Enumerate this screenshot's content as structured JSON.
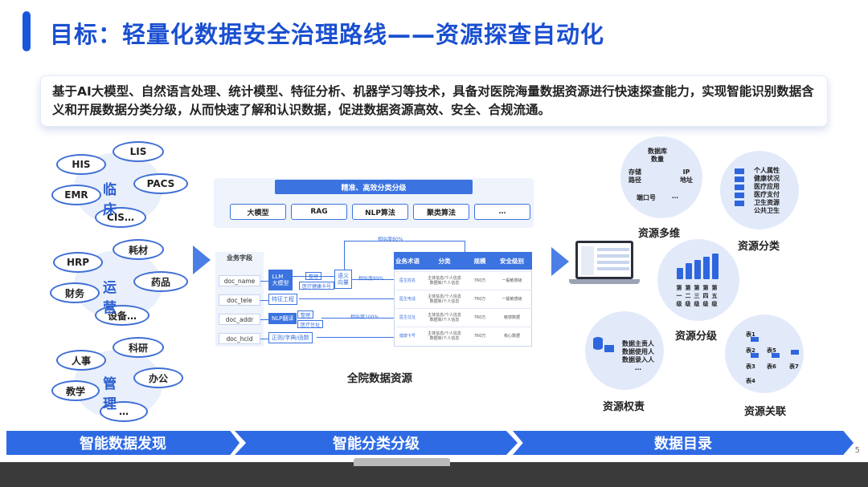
{
  "title": "目标：轻量化数据安全治理路线——资源探查自动化",
  "intro": "基于AI大模型、自然语言处理、统计模型、特征分析、机器学习等技术，具备对医院海量数据资源进行快速探查能力，实现智能识别数据含义和开展数据分类分级，从而快速了解和认识数据，促进数据资源高效、安全、合规流通。",
  "clusters": {
    "clinic": {
      "center": "临床",
      "items": [
        "LIS",
        "HIS",
        "PACS",
        "EMR",
        "CIS…"
      ]
    },
    "ops": {
      "center": "运营",
      "items": [
        "耗材",
        "HRP",
        "药品",
        "财务",
        "设备…"
      ]
    },
    "mgmt": {
      "center": "管理",
      "items": [
        "科研",
        "人事",
        "办公",
        "教学",
        "…"
      ]
    }
  },
  "center": {
    "panel_title": "精准、高效分类分级",
    "algorithms": [
      "大模型",
      "RAG",
      "NLP算法",
      "聚类算法",
      "…"
    ],
    "field_head": "业务字段",
    "fields": [
      "doc_name",
      "doc_tele",
      "doc_addr",
      "doc_hcid"
    ],
    "procs": [
      "LLM\n大模型",
      "特征工程",
      "NLP翻译",
      "正则/字典/函数"
    ],
    "tags": [
      "整理",
      "医疗健康卡号",
      "整理",
      "医疗住址",
      "语义\n向量"
    ],
    "sim_labels": [
      "相似度80%",
      "相似度89%",
      "相似度100%"
    ],
    "table_head": [
      "业务术语",
      "分类",
      "规模",
      "安全级别"
    ],
    "table_rows": [
      [
        "医生姓名",
        "主体信息/个人信息\n数据库/个人信息",
        "760万",
        "一般敏感级"
      ],
      [
        "医生电话",
        "主体信息/个人信息\n数据库/个人信息",
        "760万",
        "一般敏感级"
      ],
      [
        "医生住址",
        "主体信息/个人信息\n数据库/个人信息",
        "760万",
        "敏感数据"
      ],
      [
        "健康卡号",
        "主体信息/个人信息\n数据库/个人信息",
        "760万",
        "核心数据"
      ]
    ],
    "caption": "全院数据资源"
  },
  "right": {
    "multi": {
      "caption": "资源多维",
      "center": "数据库\n数量",
      "items": [
        "存储\n路径",
        "IP\n地址",
        "端口号",
        "…"
      ]
    },
    "classify": {
      "caption": "资源分类",
      "items": [
        "个人属性",
        "健康状况",
        "医疗应用",
        "医疗支付",
        "卫生资源",
        "公共卫生"
      ]
    },
    "grade": {
      "caption": "资源分级",
      "levels": [
        "第一级",
        "第二级",
        "第三级",
        "第四级",
        "第五级"
      ]
    },
    "owner": {
      "caption": "资源权责",
      "items": [
        "数据主责人",
        "数据使用人",
        "数据录入人",
        "…"
      ]
    },
    "relation": {
      "caption": "资源关联",
      "tables": [
        "表1",
        "表2",
        "表3",
        "表4",
        "表5",
        "表6",
        "表7"
      ]
    }
  },
  "banners": [
    "智能数据发现",
    "智能分类分级",
    "数据目录"
  ],
  "page_number": "5"
}
